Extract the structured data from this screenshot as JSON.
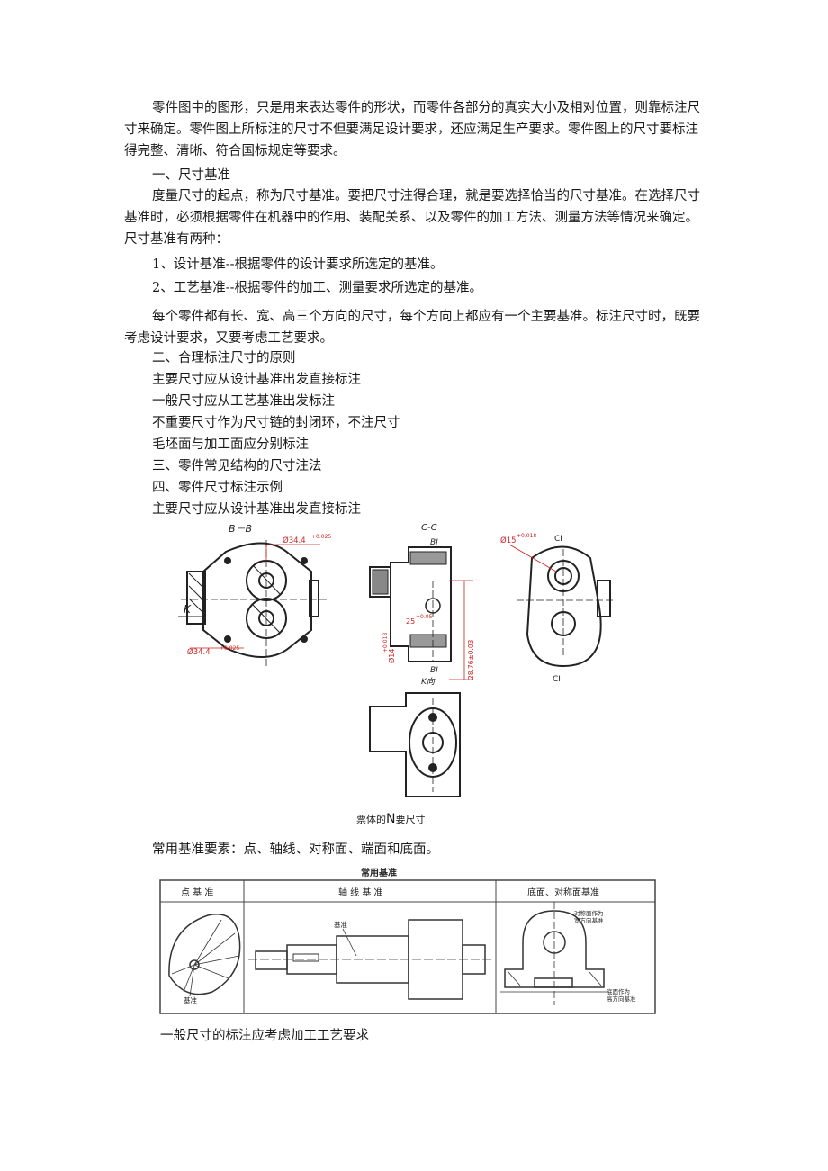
{
  "paragraphs": {
    "intro": "零件图中的图形，只是用来表达零件的形状，而零件各部分的真实大小及相对位置，则靠标注尺寸来确定。零件图上所标注的尺寸不但要满足设计要求，还应满足生产要求。零件图上的尺寸要标注得完整、清晰、符合国标规定等要求。",
    "heading1": "一、尺寸基准",
    "datum_def": "度量尺寸的起点，称为尺寸基准。要把尺寸注得合理，就是要选择恰当的尺寸基准。在选择尺寸基准时，必须根据零件在机器中的作用、装配关系、以及零件的加工方法、测量方法等情况来确定。尺寸基准有两种：",
    "item1": "1、设计基准--根据零件的设计要求所选定的基准。",
    "item2": "2、工艺基准--根据零件的加工、测量要求所选定的基准。",
    "three_dir": "每个零件都有长、宽、高三个方向的尺寸，每个方向上都应有一个主要基准。标注尺寸时，既要考虑设计要求，又要考虑工艺要求。",
    "heading2": "二、合理标注尺寸的原则",
    "rule1": "主要尺寸应从设计基准出发直接标注",
    "rule2": "一般尺寸应从工艺基准出发标注",
    "rule3": "不重要尺寸作为尺寸链的封闭环，不注尺寸",
    "rule4": "毛坯面与加工面应分别标注",
    "heading3": "三、零件常见结构的尺寸注法",
    "heading4": "四、零件尺寸标注示例",
    "rule1_repeat": "主要尺寸应从设计基准出发直接标注",
    "common_datum": "常用基准要素：点、轴线、对称面、端面和底面。",
    "general_dim": "一般尺寸的标注应考虑加工工艺要求"
  },
  "figure1": {
    "view_bb": "B－B",
    "view_cc": "C-C",
    "view_k": "K向",
    "label_k": "K",
    "label_b_top": "BI",
    "label_b_bot": "BI",
    "label_c_top": "CI",
    "label_c_bot": "CI",
    "dim_phi34_top": "Ø34.4",
    "dim_phi34_bot": "Ø34.4",
    "dim_phi15": "Ø15",
    "dim_28": "28.76±0.03",
    "dim_25": "25",
    "dim_phi14": "Ø14",
    "tol_1": "+0.025",
    "tol_2": "+0.025",
    "tol_3": "+0.018",
    "tol_4": "+0.05",
    "tol_5": "+0.018",
    "caption": "票体的",
    "caption_big": "N",
    "caption_end": "要尺寸",
    "red": "#cc2222"
  },
  "figure2": {
    "title": "常用基准",
    "col1": "点 基 准",
    "col2": "轴 线 基 准",
    "col3": "底面、对称面基准",
    "label_datum_point": "基准",
    "label_datum_axis": "基准",
    "label_sym": "对称面作为",
    "label_sym2": "宽方向基准",
    "label_base": "底面作为",
    "label_base2": "高方向基准"
  }
}
